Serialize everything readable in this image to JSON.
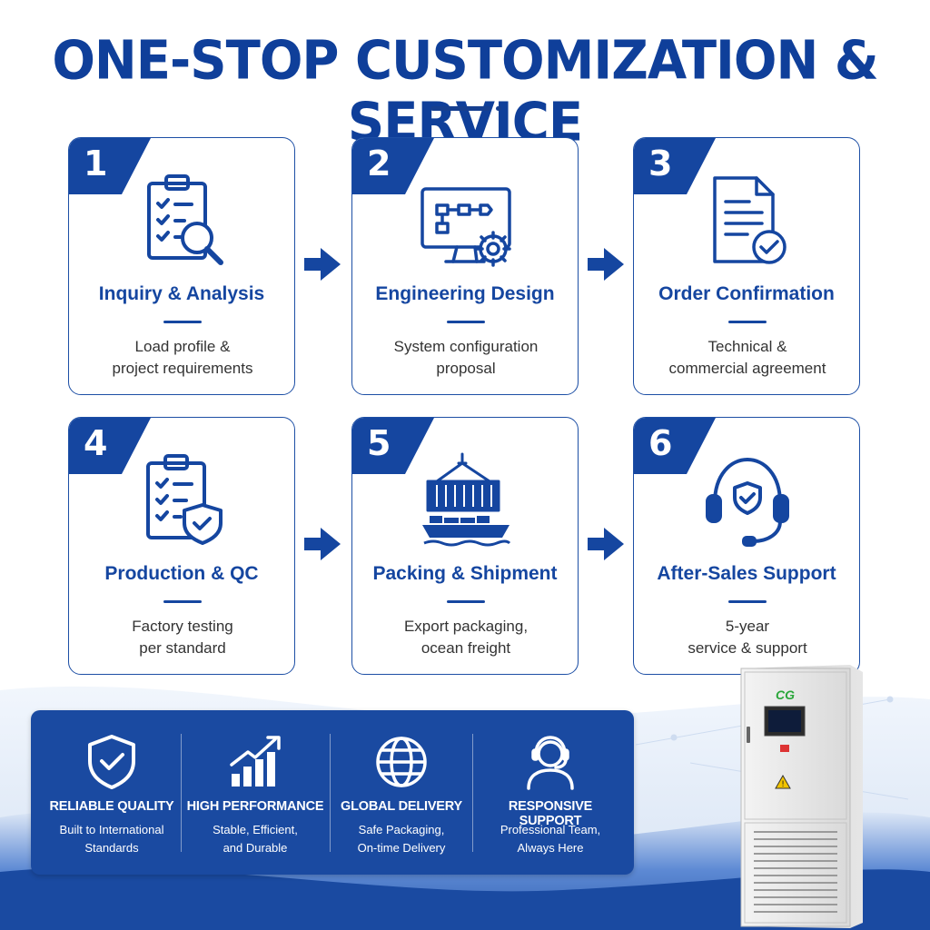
{
  "header": {
    "title": "ONE-STOP CUSTOMIZATION & SERVICE"
  },
  "steps": [
    {
      "number": "1",
      "title": "Inquiry & Analysis",
      "desc_line1": "Load profile &",
      "desc_line2": "project requirements",
      "icon": "clipboard-search-icon"
    },
    {
      "number": "2",
      "title": "Engineering Design",
      "desc_line1": "System configuration",
      "desc_line2": "proposal",
      "icon": "monitor-gear-icon"
    },
    {
      "number": "3",
      "title": "Order Confirmation",
      "desc_line1": "Technical &",
      "desc_line2": "commercial agreement",
      "icon": "document-check-icon"
    },
    {
      "number": "4",
      "title": "Production & QC",
      "desc_line1": "Factory testing",
      "desc_line2": "per standard",
      "icon": "clipboard-shield-icon"
    },
    {
      "number": "5",
      "title": "Packing & Shipment",
      "desc_line1": "Export packaging,",
      "desc_line2": "ocean freight",
      "icon": "cargo-ship-icon"
    },
    {
      "number": "6",
      "title": "After-Sales Support",
      "desc_line1": "5-year",
      "desc_line2": "service & support",
      "icon": "headset-shield-icon"
    }
  ],
  "features": [
    {
      "title": "RELIABLE QUALITY",
      "desc_line1": "Built to International",
      "desc_line2": "Standards",
      "icon": "shield-check-icon"
    },
    {
      "title": "HIGH PERFORMANCE",
      "desc_line1": "Stable, Efficient,",
      "desc_line2": "and Durable",
      "icon": "bar-chart-arrow-icon"
    },
    {
      "title": "GLOBAL DELIVERY",
      "desc_line1": "Safe Packaging,",
      "desc_line2": "On-time Delivery",
      "icon": "globe-icon"
    },
    {
      "title": "RESPONSIVE SUPPORT",
      "desc_line1": "Professional Team,",
      "desc_line2": "Always Here",
      "icon": "support-agent-icon"
    }
  ],
  "product": {
    "logo_text": "CG"
  },
  "colors": {
    "primary": "#1546a0",
    "dark_blue": "#0f3f9a",
    "white": "#ffffff",
    "logo_green": "#2aa63a"
  }
}
